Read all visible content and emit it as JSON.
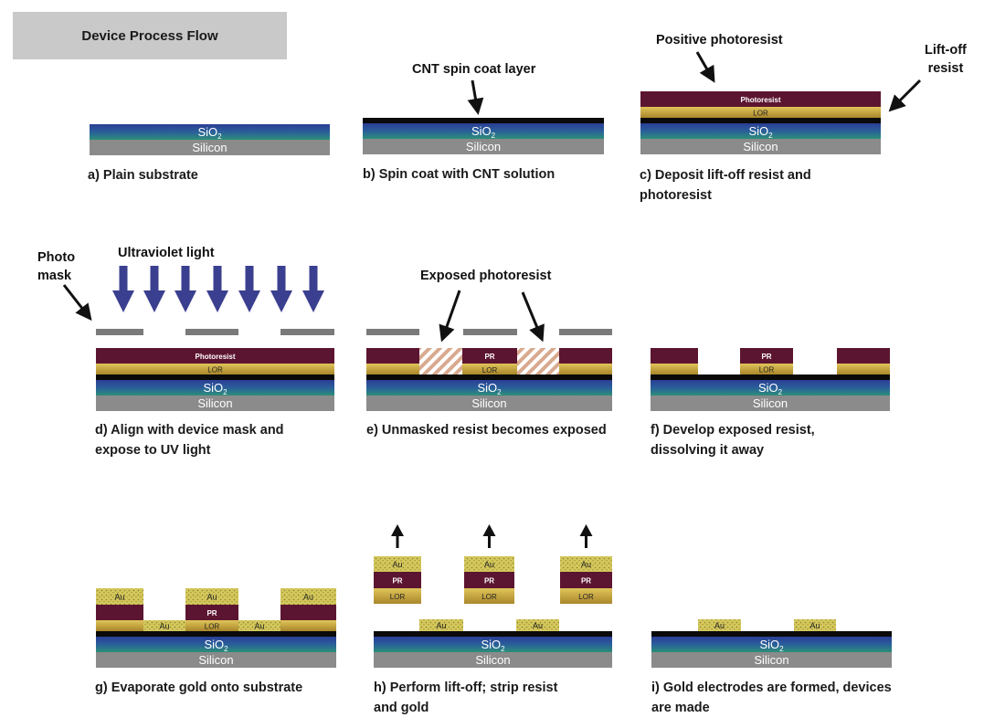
{
  "title": "Device Process Flow",
  "layers": {
    "sio2_main": "SiO",
    "sio2_sub": "2",
    "silicon": "Silicon",
    "photoresist": "Photoresist",
    "pr": "PR",
    "lor": "LOR",
    "au": "Au"
  },
  "labels": {
    "cnt_layer": "CNT spin coat layer",
    "positive_photoresist": "Positive photoresist",
    "liftoff_resist_1": "Lift-off",
    "liftoff_resist_2": "resist",
    "photo_mask_1": "Photo",
    "photo_mask_2": "mask",
    "uv_light": "Ultraviolet light",
    "exposed_photoresist": "Exposed photoresist"
  },
  "steps": [
    {
      "line1": "a) Plain substrate",
      "line2": ""
    },
    {
      "line1": "b) Spin coat with CNT solution",
      "line2": ""
    },
    {
      "line1": "c) Deposit lift-off resist and",
      "line2": "photoresist"
    },
    {
      "line1": "d) Align with device mask and",
      "line2": "expose to UV light"
    },
    {
      "line1": "e) Unmasked resist becomes exposed",
      "line2": ""
    },
    {
      "line1": "f) Develop exposed resist,",
      "line2": "dissolving it away"
    },
    {
      "line1": "g) Evaporate gold onto substrate",
      "line2": ""
    },
    {
      "line1": "h) Perform lift-off; strip resist",
      "line2": "and gold"
    },
    {
      "line1": "i) Gold electrodes are formed, devices",
      "line2": "are made"
    }
  ],
  "colors": {
    "silicon": "#8b8b8b",
    "sio2_top": "#2a4a9a",
    "sio2_bottom": "#2b8a7a",
    "cnt": "#0a0a0a",
    "photoresist": "#5c1530",
    "lor": "#c9a43a",
    "au": "#cfc25a",
    "mask": "#7a7a7a",
    "uv": "#3a3f8f",
    "title_bg": "#c8c9c8"
  }
}
